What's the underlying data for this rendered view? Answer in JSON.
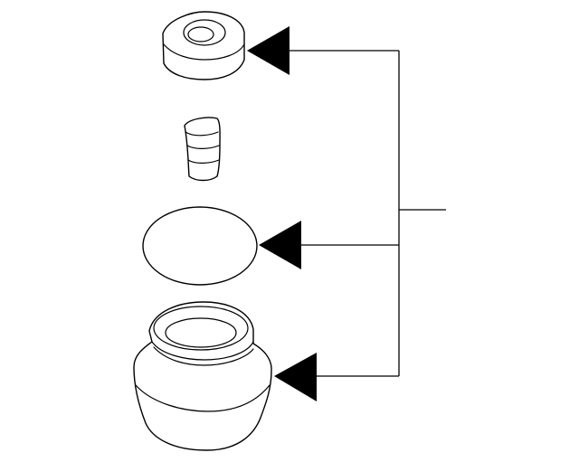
{
  "diagram": {
    "kind": "exploded parts illustration",
    "parts": [
      {
        "id": "upper-insulator",
        "name": "upper-insulator"
      },
      {
        "id": "bump-stop",
        "name": "bump-stop"
      },
      {
        "id": "spring-seat",
        "name": "spring-seat"
      },
      {
        "id": "lower-boot",
        "name": "lower-boot"
      }
    ],
    "callout": {
      "targets": [
        "upper-insulator",
        "spring-seat",
        "lower-boot"
      ],
      "label": ""
    },
    "colors": {
      "line": "#000000",
      "background": "#ffffff"
    }
  }
}
